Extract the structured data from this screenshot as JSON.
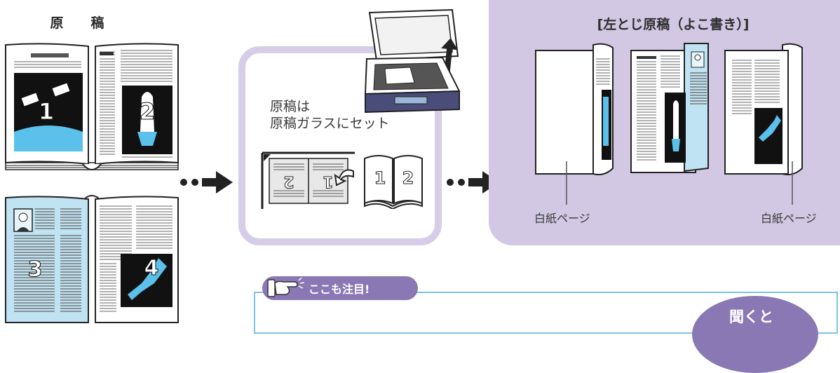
{
  "originals": {
    "title": "原　稿",
    "page_numbers": [
      "1",
      "2",
      "3",
      "4"
    ]
  },
  "step": {
    "instruction_line1": "原稿は",
    "instruction_line2": "原稿ガラスにセット",
    "scan_page_numbers": [
      "2",
      "1"
    ],
    "open_book_numbers": [
      "1",
      "2"
    ]
  },
  "result": {
    "title": "[左とじ原稿（よこ書き）]",
    "blank_page_left": "白紙ページ",
    "blank_page_right": "白紙ページ"
  },
  "notice": {
    "label": "ここも注目!",
    "bubble_text": "聞くと"
  },
  "colors": {
    "lavender": "#d2c8e3",
    "light_blue": "#bfe3f3",
    "purple_tab": "#8a78b4",
    "frame_blue": "#7dc3e2",
    "scanner_navy": "#4a4c7a"
  }
}
